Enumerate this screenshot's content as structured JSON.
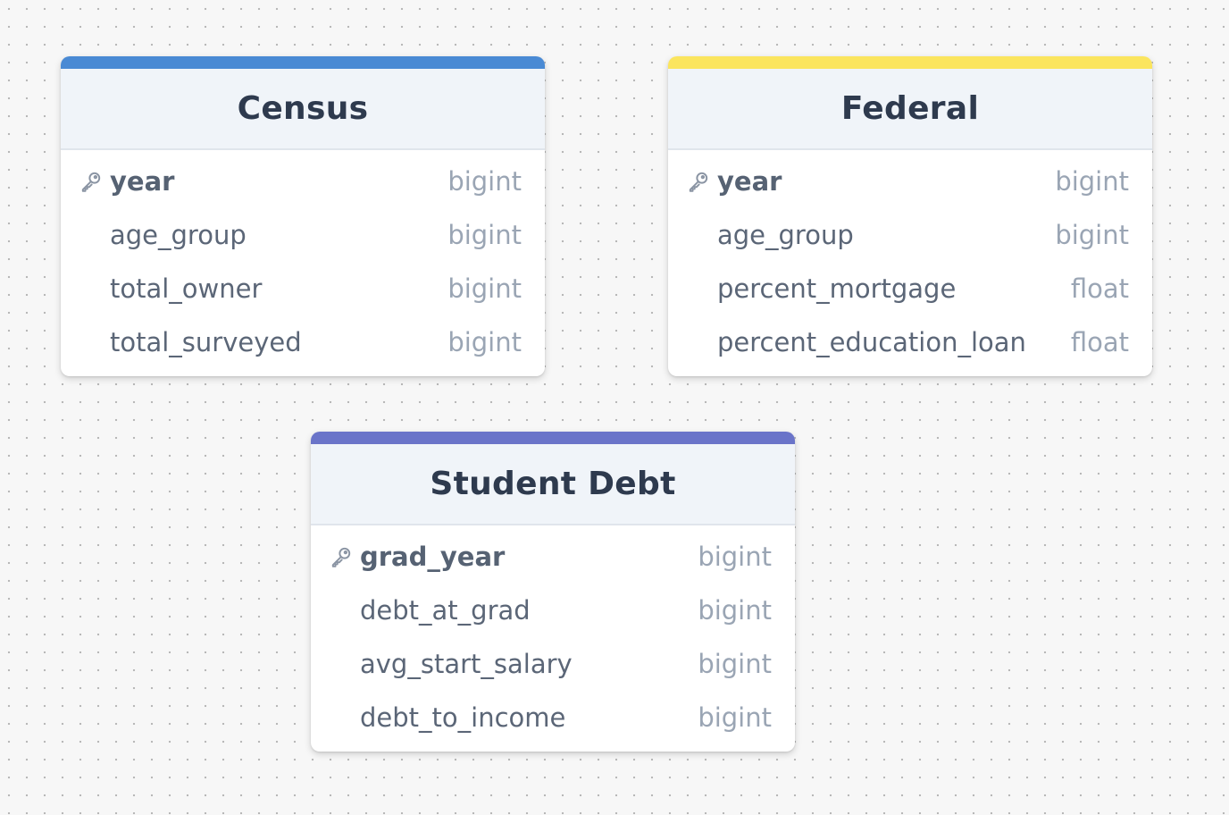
{
  "tables": [
    {
      "id": "census",
      "title": "Census",
      "accent_color": "#4a8ad4",
      "fields": [
        {
          "name": "year",
          "type": "bigint",
          "primary_key": true
        },
        {
          "name": "age_group",
          "type": "bigint",
          "primary_key": false
        },
        {
          "name": "total_owner",
          "type": "bigint",
          "primary_key": false
        },
        {
          "name": "total_surveyed",
          "type": "bigint",
          "primary_key": false
        }
      ]
    },
    {
      "id": "federal",
      "title": "Federal",
      "accent_color": "#fbe55e",
      "fields": [
        {
          "name": "year",
          "type": "bigint",
          "primary_key": true
        },
        {
          "name": "age_group",
          "type": "bigint",
          "primary_key": false
        },
        {
          "name": "percent_mortgage",
          "type": "float",
          "primary_key": false
        },
        {
          "name": "percent_education_loan",
          "type": "float",
          "primary_key": false
        }
      ]
    },
    {
      "id": "student",
      "title": "Student Debt",
      "accent_color": "#6a74c9",
      "fields": [
        {
          "name": "grad_year",
          "type": "bigint",
          "primary_key": true
        },
        {
          "name": "debt_at_grad",
          "type": "bigint",
          "primary_key": false
        },
        {
          "name": "avg_start_salary",
          "type": "bigint",
          "primary_key": false
        },
        {
          "name": "debt_to_income",
          "type": "bigint",
          "primary_key": false
        }
      ]
    }
  ],
  "icons": {
    "primary_key": "key-icon"
  },
  "colors": {
    "title": "#2e3a4e",
    "field_name": "#5b6677",
    "field_type": "#9aa5b4",
    "header_bg": "#f0f4f9"
  }
}
